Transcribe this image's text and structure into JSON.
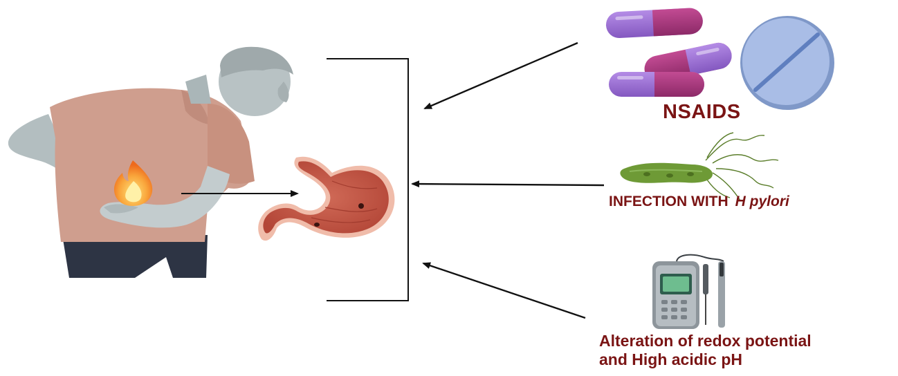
{
  "labels": {
    "nsaids": "NSAIDS",
    "infection_prefix": "INFECTION WITH",
    "infection_species": "H pylori",
    "redox_line1": "Alteration of redox potential",
    "redox_line2": "and High acidic pH"
  },
  "colors": {
    "label_text": "#7a1414",
    "arrow": "#111111",
    "skin": "#b8c2c4",
    "shirt": "#cf9e8e",
    "pants": "#2d3444",
    "stomach": "#c45544",
    "capsule_purple": "#9b6fd0",
    "capsule_magenta": "#a8387e",
    "tablet": "#9db5e2",
    "bacterium": "#6e9a36",
    "ph_meter": "#8d959b"
  },
  "icons": [
    "person-icon",
    "stomach-icon",
    "flame-icon",
    "capsule-icon",
    "tablet-icon",
    "bacterium-icon",
    "ph-meter-icon"
  ]
}
